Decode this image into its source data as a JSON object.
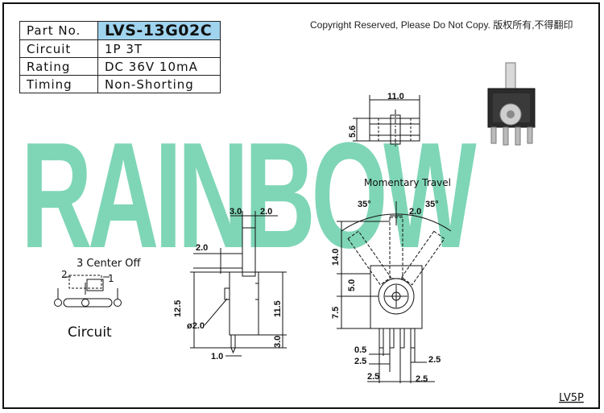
{
  "spec_table": [
    {
      "key": "Part No.",
      "value": "LVS-13G02C"
    },
    {
      "key": "Circuit",
      "value": "1P 3T"
    },
    {
      "key": "Rating",
      "value": "DC 36V 10mA"
    },
    {
      "key": "Timing",
      "value": "Non-Shorting"
    }
  ],
  "copyright": "Copyright Reserved, Please Do Not Copy. 版权所有,不得翻印",
  "watermark": "RAINBOW",
  "circuit": {
    "title": "3 Center Off",
    "pin_left": "2",
    "pin_right": "1",
    "caption": "Circuit"
  },
  "side_view": {
    "dim_top_a": "3.0",
    "dim_top_b": "2.0",
    "dim_lever": "2.0",
    "dim_height": "12.5",
    "dim_body": "11.5",
    "dim_pin": "3.0",
    "dim_hole": "ø2.0",
    "dim_offset": "1.0"
  },
  "top_view": {
    "dim_width": "11.0",
    "dim_depth": "5.6"
  },
  "front_view": {
    "title": "Momentary Travel",
    "angle_left": "35°",
    "angle_right": "35°",
    "dim_gap": "2.0",
    "dim_lever": "14.0",
    "dim_center": "5.0",
    "dim_base": "7.5",
    "dim_pin_w": "0.5",
    "dim_pitch_l": "2.5",
    "dim_pitch_r": "2.5",
    "dim_row_l": "2.5",
    "dim_row_r": "2.5"
  },
  "drawing_code": "LV5P",
  "colors": {
    "watermark": "#7fd6b7",
    "part_highlight": "#9fd3ee"
  }
}
